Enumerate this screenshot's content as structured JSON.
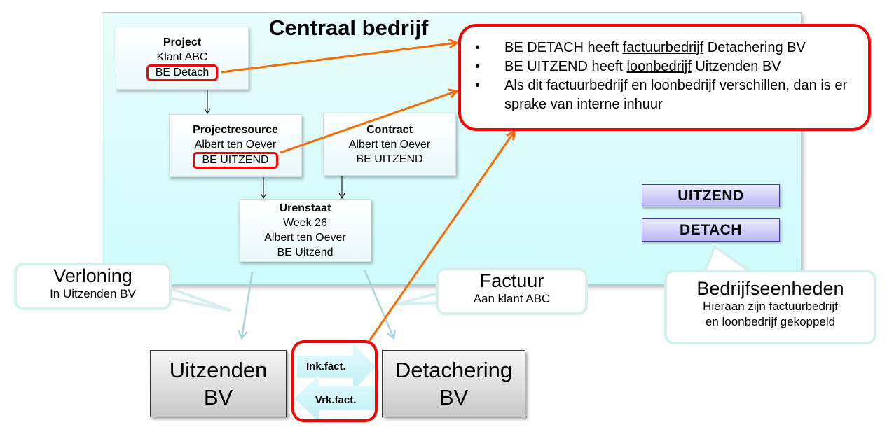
{
  "diagram": {
    "panel_title": "Centraal bedrijf",
    "nodes": {
      "project": {
        "title": "Project",
        "line1": "Klant ABC",
        "highlight": "BE Detach"
      },
      "projectresource": {
        "title": "Projectresource",
        "line1": "Albert ten Oever",
        "highlight": "BE UITZEND"
      },
      "contract": {
        "title": "Contract",
        "line1": "Albert ten Oever",
        "line2": "BE UITZEND"
      },
      "urenstaat": {
        "title": "Urenstaat",
        "line1": "Week 26",
        "line2": "Albert ten Oever",
        "line3": "BE Uitzend"
      }
    },
    "info_box": {
      "bullets": [
        {
          "pre": "BE DETACH heeft ",
          "underlined": "factuurbedrijf",
          "post": " Detachering BV"
        },
        {
          "pre": "BE UITZEND heeft ",
          "underlined": "loonbedrijf",
          "post": " Uitzenden BV"
        },
        {
          "pre": "Als dit factuurbedrijf en loonbedrijf verschillen, dan is er sprake van interne inhuur",
          "underlined": "",
          "post": ""
        }
      ]
    },
    "business_units": [
      "UITZEND",
      "DETACH"
    ],
    "callouts": {
      "verloning": {
        "heading": "Verloning",
        "sub": "In Uitzenden BV"
      },
      "factuur": {
        "heading": "Factuur",
        "sub": "Aan klant ABC"
      },
      "bedrijfseenheden": {
        "heading": "Bedrijfseenheden",
        "sub1": "Hieraan zijn factuurbedrijf",
        "sub2": "en loonbedrijf gekoppeld"
      }
    },
    "companies": {
      "uitzenden": {
        "line1": "Uitzenden",
        "line2": "BV"
      },
      "detachering": {
        "line1": "Detachering",
        "line2": "BV"
      }
    },
    "invoice_flow": {
      "forward": "Ink.fact.",
      "backward": "Vrk.fact."
    },
    "colors": {
      "highlight_red": "#ff0000",
      "connector_orange": "#ff6a00",
      "panel_cyan": "#dcfcfc",
      "callout_border": "#d7eeee",
      "business_unit_purple": "#bdb6f3"
    }
  }
}
